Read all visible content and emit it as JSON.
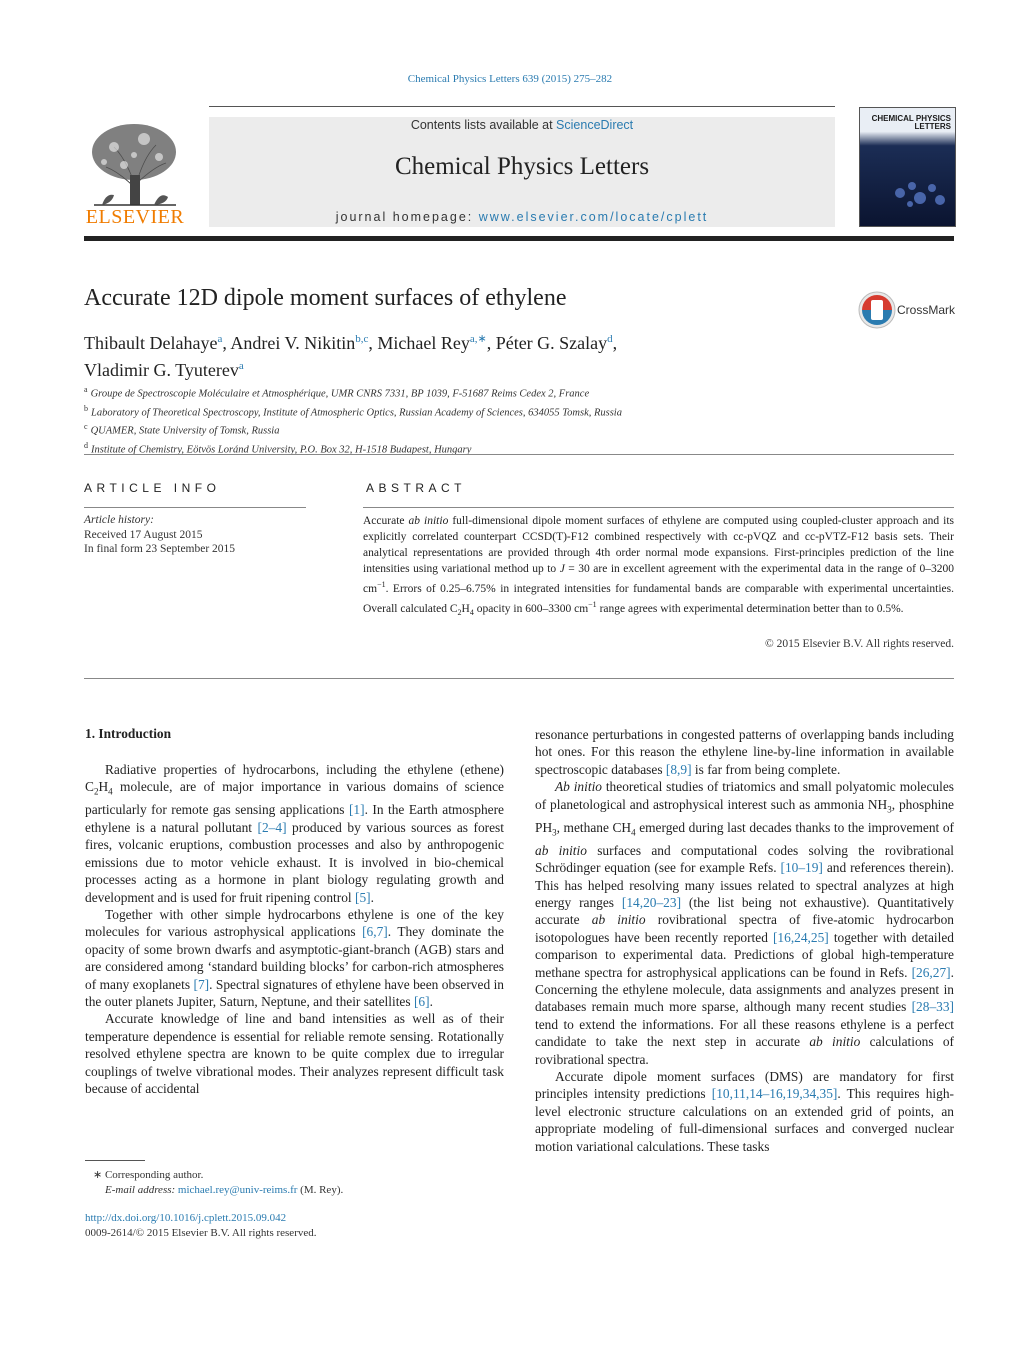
{
  "citation": "Chemical Physics Letters 639 (2015) 275–282",
  "masthead": {
    "contents_prefix": "Contents lists available at ",
    "contents_link": "ScienceDirect",
    "journal_title": "Chemical Physics Letters",
    "homepage_prefix": "journal homepage: ",
    "homepage_url": "www.elsevier.com/locate/cplett",
    "publisher_logo_text": "ELSEVIER",
    "cover_title": "CHEMICAL PHYSICS LETTERS"
  },
  "colors": {
    "link": "#2a7bb0",
    "elsevier_orange": "#f07c00",
    "rule": "#222222"
  },
  "crossmark_label": "CrossMark",
  "article": {
    "title": "Accurate 12D dipole moment surfaces of ethylene",
    "authors": [
      {
        "name": "Thibault Delahaye",
        "sup": "a",
        "sep": ", "
      },
      {
        "name": "Andrei V. Nikitin",
        "sup": "b,c",
        "sep": ", "
      },
      {
        "name": "Michael Rey",
        "sup": "a,∗",
        "sep": ", "
      },
      {
        "name": "Péter G. Szalay",
        "sup": "d",
        "sep": ","
      },
      {
        "name": "Vladimir G. Tyuterev",
        "sup": "a",
        "sep": ""
      }
    ],
    "affiliations": [
      {
        "sup": "a",
        "text": "Groupe de Spectroscopie Moléculaire et Atmosphérique, UMR CNRS 7331, BP 1039, F-51687 Reims Cedex 2, France"
      },
      {
        "sup": "b",
        "text": "Laboratory of Theoretical Spectroscopy, Institute of Atmospheric Optics, Russian Academy of Sciences, 634055 Tomsk, Russia"
      },
      {
        "sup": "c",
        "text": "QUAMER, State University of Tomsk, Russia"
      },
      {
        "sup": "d",
        "text": "Institute of Chemistry, Eötvös Loránd University, P.O. Box 32, H-1518 Budapest, Hungary"
      }
    ]
  },
  "article_info": {
    "heading": "ARTICLE INFO",
    "history_label": "Article history:",
    "received": "Received 17 August 2015",
    "final_form": "In final form 23 September 2015"
  },
  "abstract": {
    "heading": "ABSTRACT",
    "copyright": "© 2015 Elsevier B.V. All rights reserved."
  },
  "section": {
    "heading": "1.  Introduction"
  },
  "footnote": {
    "corresponding": "∗  Corresponding author.",
    "email_label": "E-mail address: ",
    "email": "michael.rey@univ-reims.fr",
    "email_suffix": " (M. Rey).",
    "doi": "http://dx.doi.org/10.1016/j.cplett.2015.09.042",
    "issn": "0009-2614/© 2015 Elsevier B.V. All rights reserved."
  }
}
